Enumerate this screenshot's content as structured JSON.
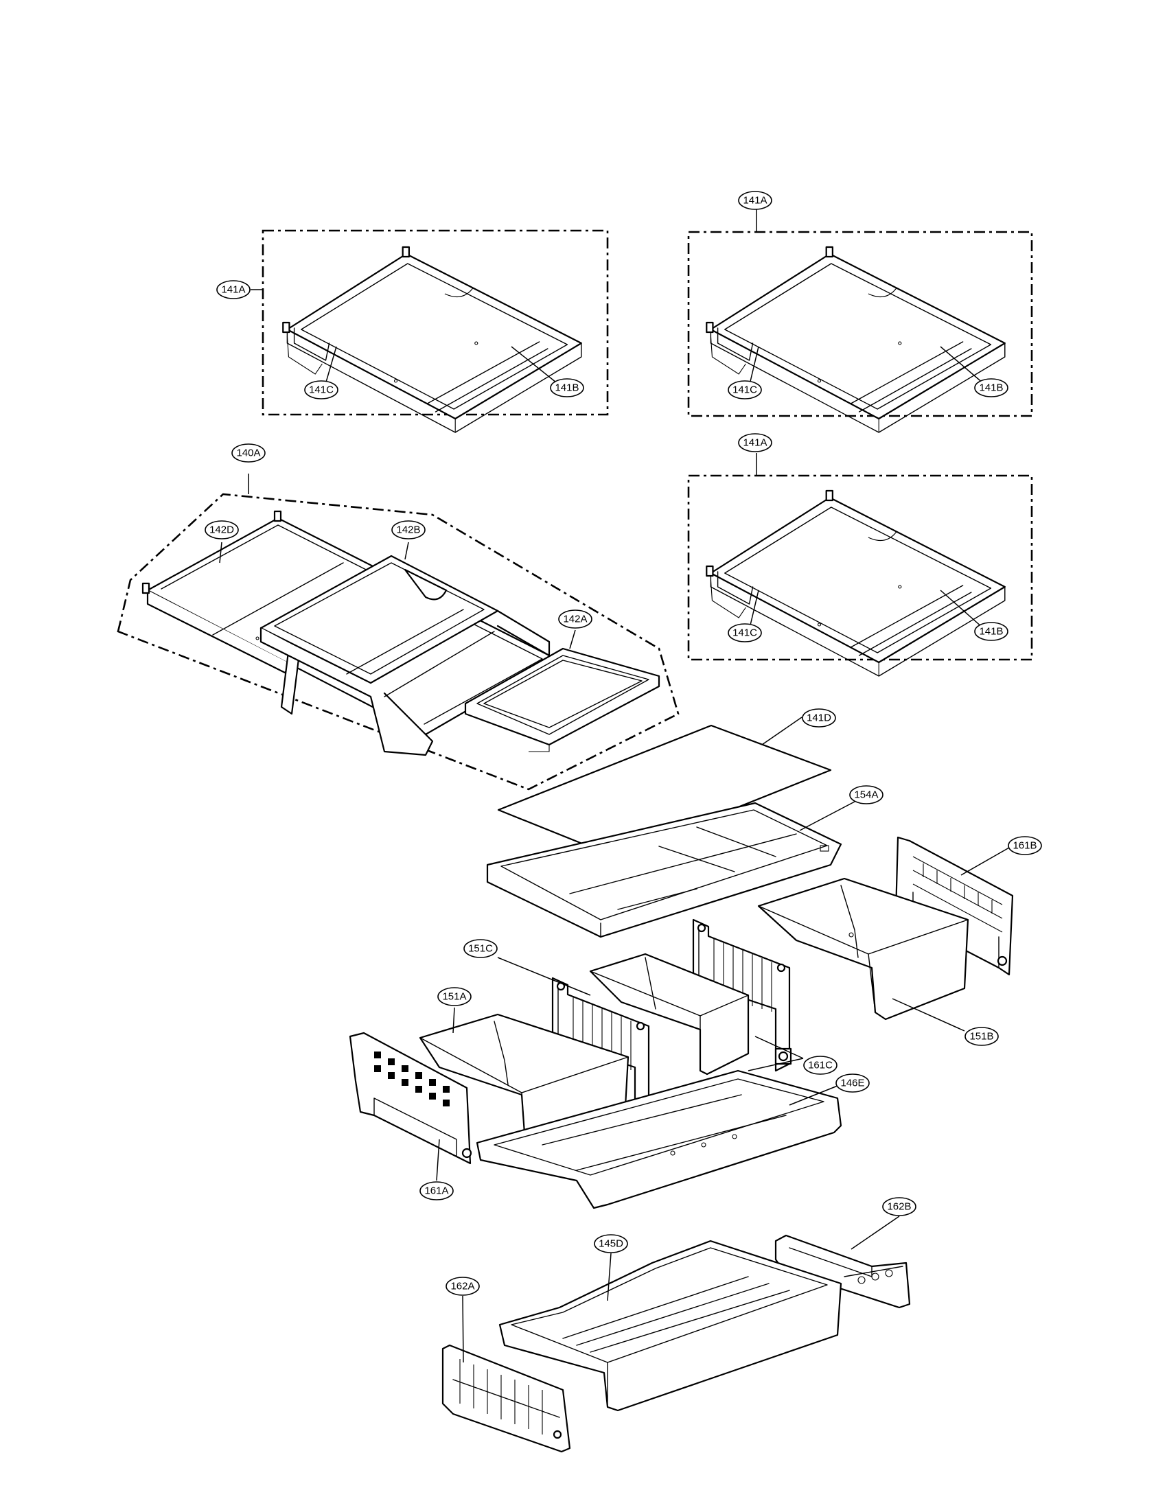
{
  "colors": {
    "line": "#000000",
    "background": "#ffffff"
  },
  "callouts": {
    "c141A_top_left": "141A",
    "c141C_top_left": "141C",
    "c141B_top_left": "141B",
    "c141A_top_right": "141A",
    "c141C_top_right": "141C",
    "c141B_top_right": "141B",
    "c141A_mid_right": "141A",
    "c141C_mid_right": "141C",
    "c141B_mid_right": "141B",
    "c140A": "140A",
    "c142D": "142D",
    "c142B": "142B",
    "c142A": "142A",
    "c141D": "141D",
    "c154A": "154A",
    "c161B": "161B",
    "c151C": "151C",
    "c151A": "151A",
    "c151B": "151B",
    "c161C": "161C",
    "c146E": "146E",
    "c161A": "161A",
    "c162B": "162B",
    "c145D": "145D",
    "c162A": "162A"
  }
}
